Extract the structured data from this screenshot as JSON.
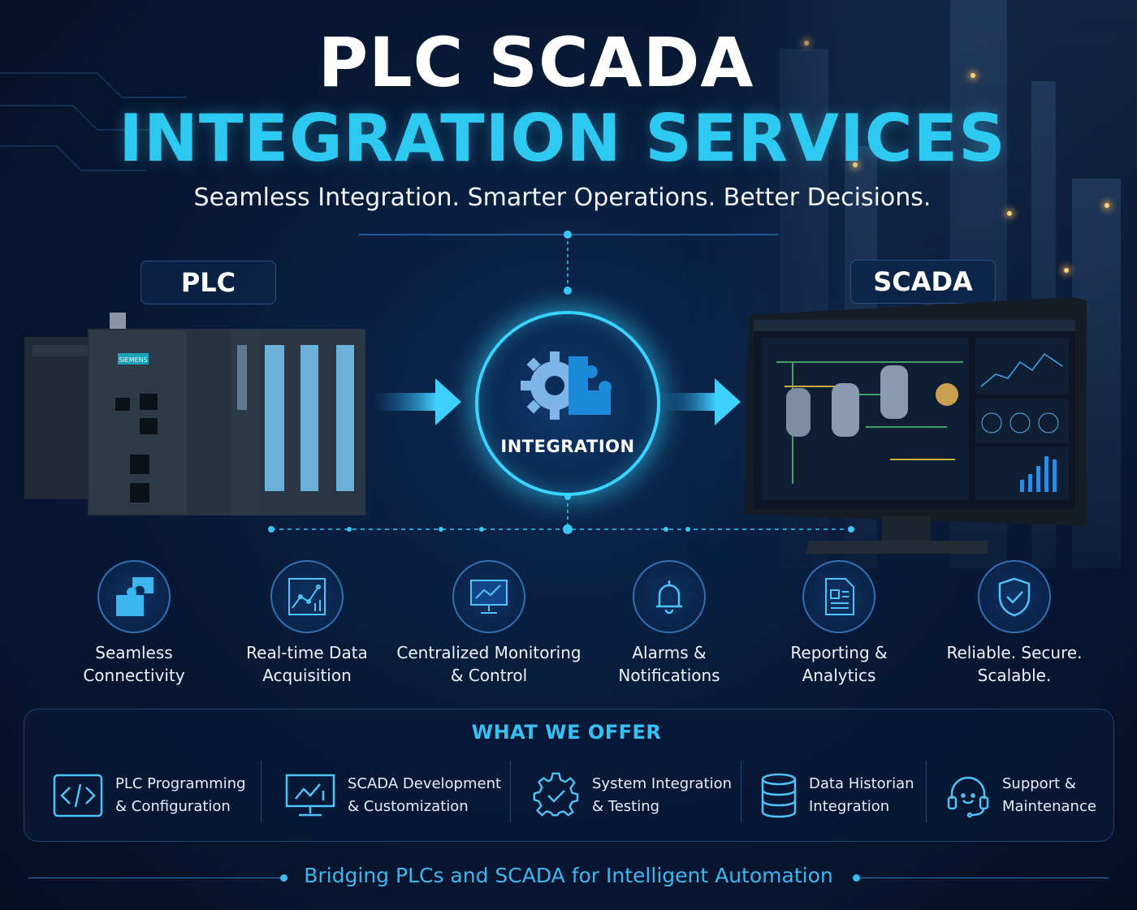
{
  "header": {
    "title_line1": "PLC SCADA",
    "title_line2": "INTEGRATION SERVICES",
    "subtitle": "Seamless Integration. Smarter Operations. Better Decisions."
  },
  "diagram": {
    "left_label": "PLC",
    "right_label": "SCADA",
    "hub_label": "INTEGRATION",
    "plc_brand": "SIEMENS"
  },
  "features": [
    {
      "icon": "puzzle-icon",
      "line1": "Seamless",
      "line2": "Connectivity"
    },
    {
      "icon": "data-chart-icon",
      "line1": "Real-time Data",
      "line2": "Acquisition"
    },
    {
      "icon": "monitor-icon",
      "line1": "Centralized Monitoring",
      "line2": "& Control"
    },
    {
      "icon": "bell-icon",
      "line1": "Alarms &",
      "line2": "Notifications"
    },
    {
      "icon": "report-icon",
      "line1": "Reporting &",
      "line2": "Analytics"
    },
    {
      "icon": "shield-check-icon",
      "line1": "Reliable. Secure.",
      "line2": "Scalable."
    }
  ],
  "offer": {
    "title": "WHAT WE OFFER",
    "items": [
      {
        "icon": "code-icon",
        "line1": "PLC Programming",
        "line2": "& Configuration"
      },
      {
        "icon": "monitor-chart-icon",
        "line1": "SCADA Development",
        "line2": "& Customization"
      },
      {
        "icon": "gear-check-icon",
        "line1": "System Integration",
        "line2": "& Testing"
      },
      {
        "icon": "database-icon",
        "line1": "Data Historian",
        "line2": "Integration"
      },
      {
        "icon": "headset-icon",
        "line1": "Support &",
        "line2": "Maintenance"
      }
    ]
  },
  "tagline": "Bridging PLCs and SCADA for Intelligent Automation",
  "colors": {
    "accent": "#2ec9f0",
    "background": "#081a38",
    "panel_border": "#20416e"
  }
}
